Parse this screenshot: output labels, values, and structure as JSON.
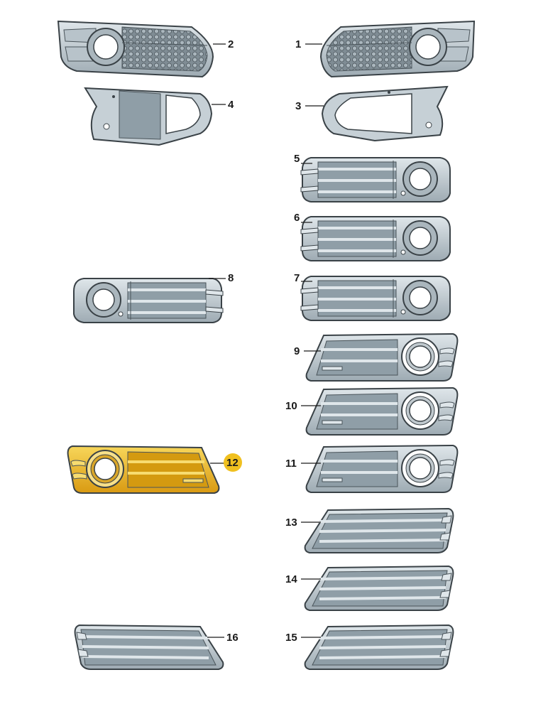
{
  "diagram": {
    "parts": [
      {
        "number": "1",
        "type": "honeycomb-grille-with-fog-ring",
        "side": "right"
      },
      {
        "number": "2",
        "type": "honeycomb-grille-with-fog-ring",
        "side": "left"
      },
      {
        "number": "3",
        "type": "mounting-frame",
        "side": "right"
      },
      {
        "number": "4",
        "type": "mounting-frame",
        "side": "left"
      },
      {
        "number": "5",
        "type": "slat-grille-with-fog-ring",
        "side": "right"
      },
      {
        "number": "6",
        "type": "slat-grille-with-fog-ring",
        "side": "right"
      },
      {
        "number": "7",
        "type": "slat-grille-with-fog-ring",
        "side": "right"
      },
      {
        "number": "8",
        "type": "slat-grille-with-fog-ring",
        "side": "left"
      },
      {
        "number": "9",
        "type": "slanted-grille-with-chrome-ring",
        "side": "right"
      },
      {
        "number": "10",
        "type": "slanted-grille-with-chrome-ring",
        "side": "right"
      },
      {
        "number": "11",
        "type": "slanted-grille-with-chrome-ring",
        "side": "right"
      },
      {
        "number": "12",
        "type": "slanted-grille-with-chrome-ring",
        "side": "left",
        "highlighted": true
      },
      {
        "number": "13",
        "type": "closed-slat-grille",
        "side": "right"
      },
      {
        "number": "14",
        "type": "closed-slat-grille",
        "side": "right"
      },
      {
        "number": "15",
        "type": "closed-slat-grille",
        "side": "right"
      },
      {
        "number": "16",
        "type": "closed-slat-grille",
        "side": "left"
      }
    ],
    "colors": {
      "part_fill": "#c9d3d9",
      "part_shade": "#9aa8b1",
      "outline": "#3a4247",
      "highlight_fill": "#f2c230",
      "highlight_shade": "#d49a10",
      "highlight_badge": "#f0c020"
    }
  }
}
